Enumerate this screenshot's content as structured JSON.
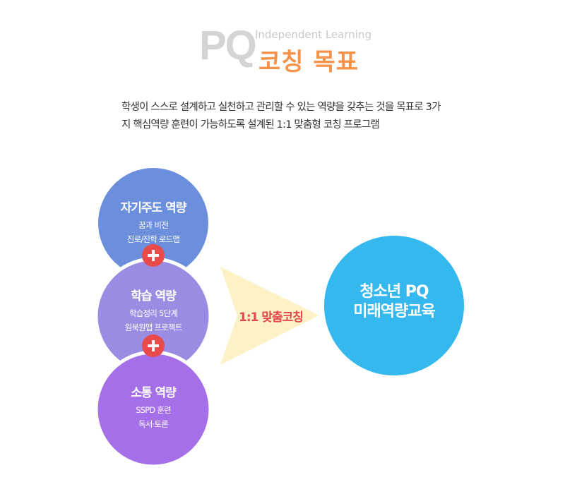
{
  "header": {
    "pq": "PQ",
    "subtitle": "Independent Learning",
    "title": "코칭 목표"
  },
  "description": "학생이 스스로 설계하고 실천하고 관리할 수 있는 역량을 갖추는 것을 목표로 3가지 핵심역량 훈련이 가능하도록 설계된 1:1 맞춤형 코칭 프로그램",
  "competencies": [
    {
      "title": "자기주도 역량",
      "lines": [
        "꿈과 비전",
        "진로/진학 로드맵"
      ],
      "color": "#6b8fdc"
    },
    {
      "title": "학습 역량",
      "lines": [
        "학습정리 5단계",
        "원북원맵 프로젝트"
      ],
      "color": "#9a8ce3"
    },
    {
      "title": "소통 역량",
      "lines": [
        "SSPD 훈련",
        "독서·토론"
      ],
      "color": "#a46fe8"
    }
  ],
  "plus_color": "#e94b4b",
  "arrow": {
    "label": "1:1 맞춤코칭",
    "color": "#fdf2c6"
  },
  "goal": {
    "line1": "청소년 PQ",
    "line2": "미래역량교육",
    "color": "#35b8ee"
  }
}
